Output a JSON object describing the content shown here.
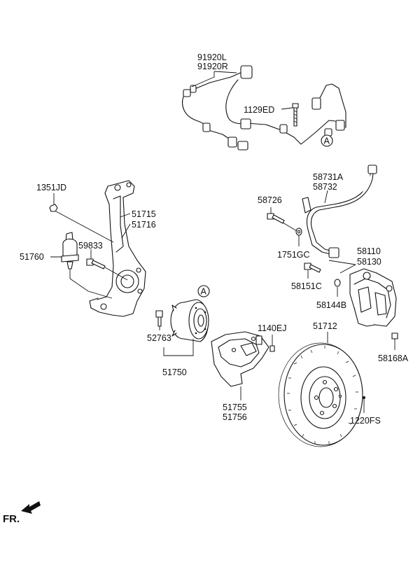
{
  "labels": {
    "p91920": "91920L",
    "p91920r": "91920R",
    "p1129ed": "1129ED",
    "callout_a": "A",
    "p58731a": "58731A",
    "p58732": "58732",
    "p58726": "58726",
    "p1351jd": "1351JD",
    "p51715": "51715",
    "p51716": "51716",
    "p51760": "51760",
    "p59833": "59833",
    "p58110": "58110",
    "p58130": "58130",
    "p1751gc": "1751GC",
    "p58151c": "58151C",
    "p58144b": "58144B",
    "p1140ej": "1140EJ",
    "p51712": "51712",
    "p52763": "52763",
    "p51750": "51750",
    "p58168a": "58168A",
    "p51755": "51755",
    "p51756": "51756",
    "p1220fs": "1220FS",
    "fr": "FR."
  }
}
